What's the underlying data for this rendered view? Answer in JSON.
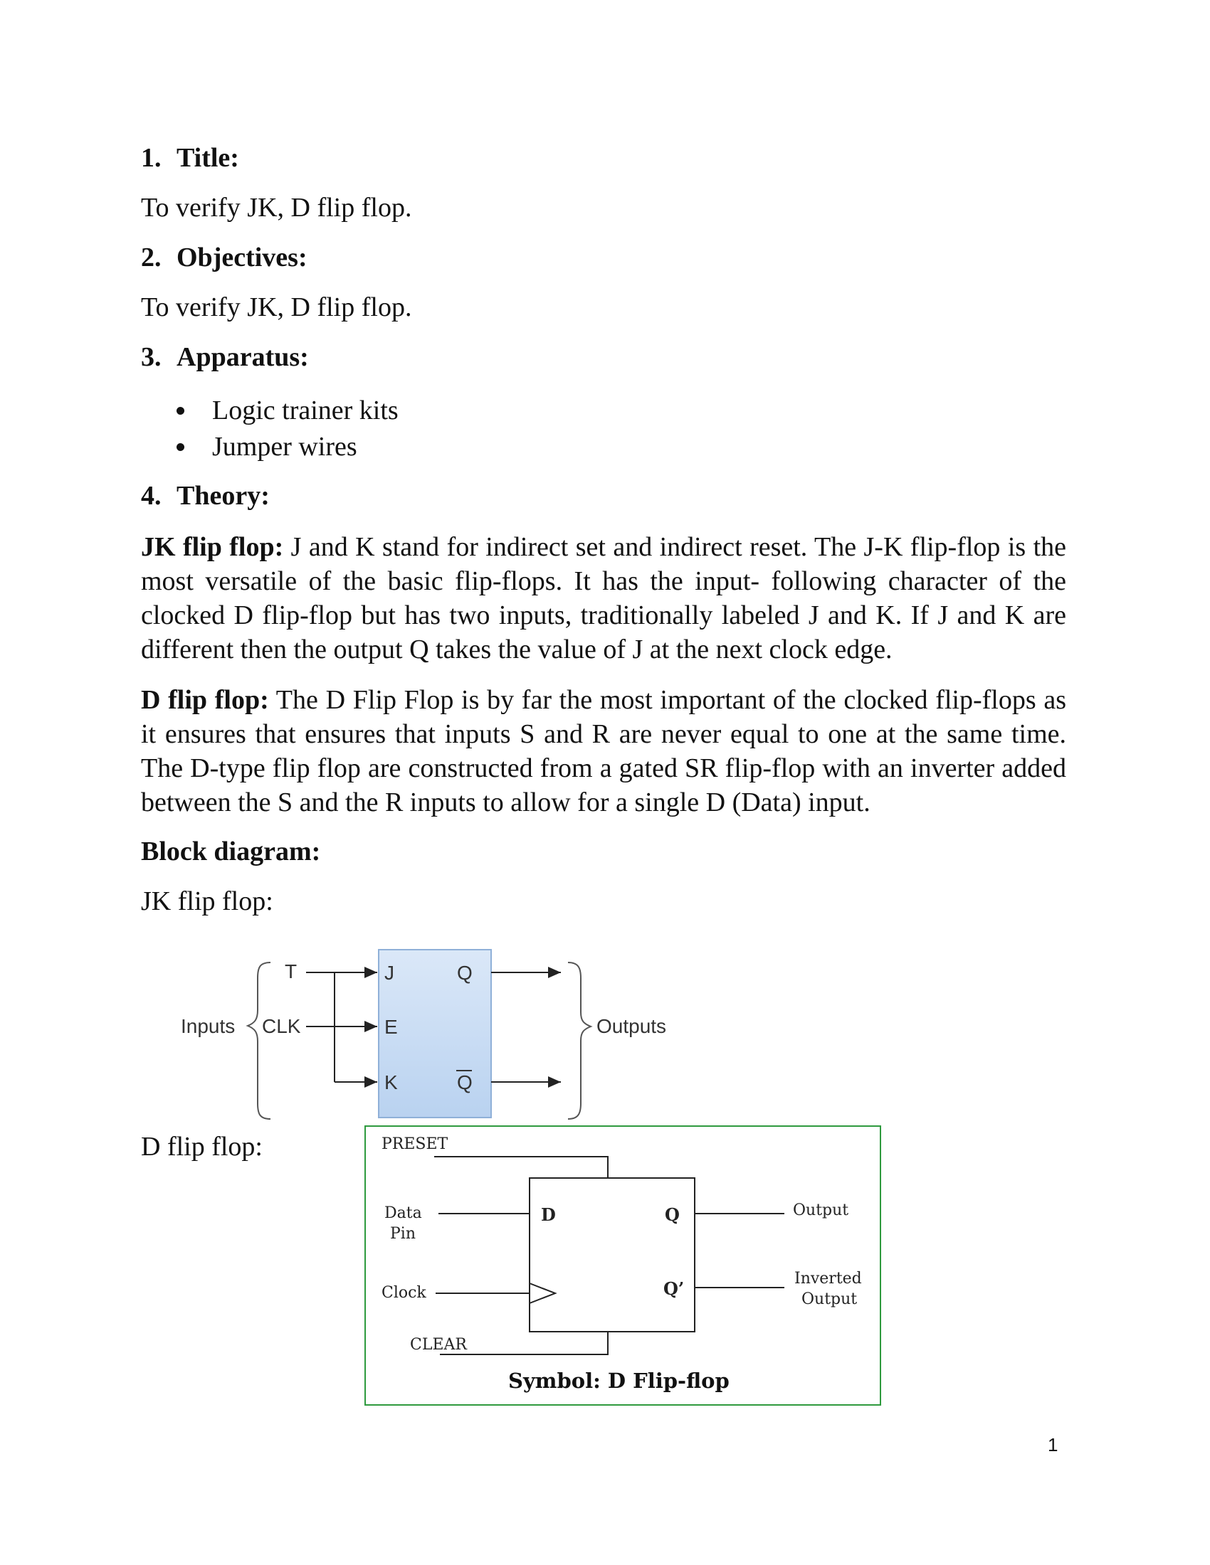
{
  "sections": {
    "title": {
      "number": "1.",
      "heading": "Title:",
      "text": "To verify JK, D flip flop."
    },
    "objectives": {
      "number": "2.",
      "heading": "Objectives:",
      "text": "To verify JK, D flip flop."
    },
    "apparatus": {
      "number": "3.",
      "heading": "Apparatus:",
      "items": [
        "Logic trainer kits",
        "Jumper wires"
      ]
    },
    "theory": {
      "number": "4.",
      "heading": "Theory:",
      "jk_label": "JK flip flop:",
      "jk_text": " J and K stand for indirect set and indirect reset. The J-K flip-flop is the most versatile of the basic flip-flops. It has the input- following character of the clocked D flip-flop but has two inputs, traditionally labeled J and K. If J and K are different then the output Q takes the value of J at the next clock edge.",
      "d_label": "D flip flop:",
      "d_text": " The D Flip Flop is by far the most important of the clocked flip-flops as it ensures that ensures that inputs S and R are never equal to one at the same time. The D-type flip flop are constructed from a gated SR flip-flop with an inverter added between the S and the R inputs to allow for a single D (Data) input."
    },
    "block_diagram": {
      "heading": "Block diagram:",
      "jk_caption": "JK flip flop:",
      "d_caption": "D flip flop:"
    }
  },
  "jk_diagram": {
    "inputs_label": "Inputs",
    "outputs_label": "Outputs",
    "input_T": "T",
    "input_CLK": "CLK",
    "pin_J": "J",
    "pin_E": "E",
    "pin_K": "K",
    "out_Q": "Q",
    "out_Qbar": "Q",
    "box_fill": "#cfe0f5",
    "box_stroke": "#8fb0d8"
  },
  "d_diagram": {
    "preset": "PRESET",
    "data_pin_line1": "Data",
    "data_pin_line2": "Pin",
    "clock": "Clock",
    "clear": "CLEAR",
    "pin_D": "D",
    "pin_Q": "Q",
    "pin_Qprime": "Q’",
    "output": "Output",
    "inverted_line1": "Inverted",
    "inverted_line2": "Output",
    "symbol_caption": "Symbol: D Flip-flop",
    "border_color": "#2e9a3e"
  },
  "page_number": "1"
}
